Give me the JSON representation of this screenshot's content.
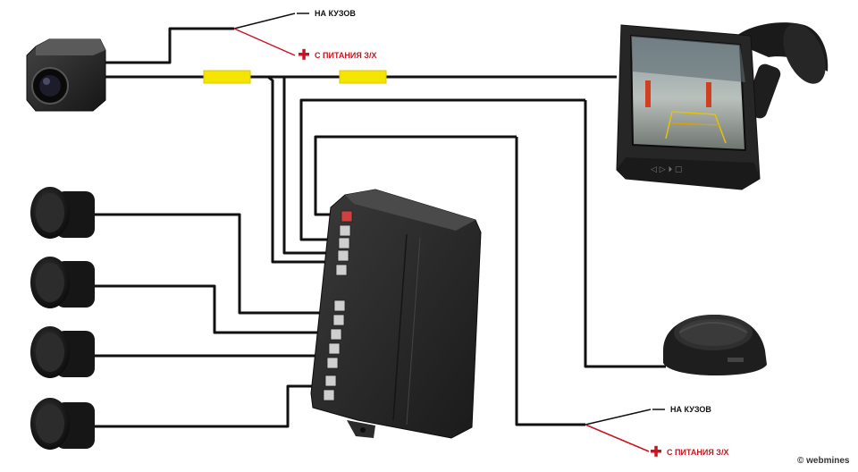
{
  "labels": {
    "ground_top": "НА КУЗОВ",
    "power_top": "С ПИТАНИЯ З/Х",
    "ground_bottom": "НА КУЗОВ",
    "power_bottom": "С ПИТАНИЯ З/Х"
  },
  "watermark": "© webmines",
  "colors": {
    "wire": "#111111",
    "power_wire": "#c8141e",
    "connector": "#f5e400",
    "device_body": "#2a2a2a"
  },
  "icons": [
    "camera-icon",
    "monitor-icon",
    "sensor-icon",
    "control-unit-icon",
    "buzzer-icon",
    "plus-icon"
  ]
}
